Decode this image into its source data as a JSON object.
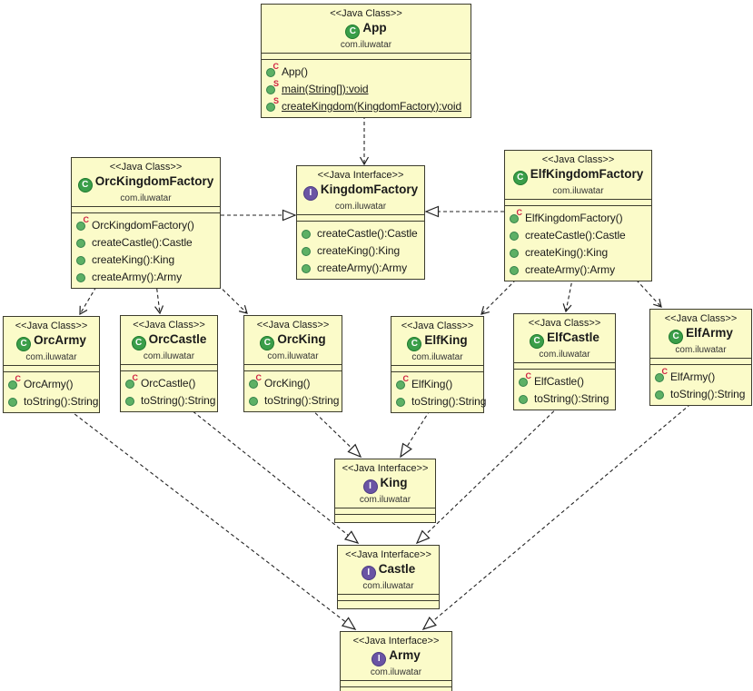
{
  "diagram": {
    "kind_labels": {
      "class_stereotype": "<<Java Class>>",
      "interface_stereotype": "<<Java Interface>>"
    },
    "colors": {
      "box_fill": "#fbfbc9",
      "border": "#3c3c2e",
      "class_icon_green": "#3a9e49",
      "interface_icon_purple": "#6a54a4",
      "static_marker_red": "#cf2243",
      "edge": "#222222"
    },
    "classes": [
      {
        "id": "App",
        "kind": "class",
        "stereotype": "<<Java Class>>",
        "name": "App",
        "package": "com.iluwatar",
        "members": [
          {
            "label": "App()",
            "marker": "constructor",
            "static": false
          },
          {
            "label": "main(String[]):void",
            "marker": "static",
            "static": true
          },
          {
            "label": "createKingdom(KingdomFactory):void",
            "marker": "static",
            "static": true
          }
        ]
      },
      {
        "id": "OrcKingdomFactory",
        "kind": "class",
        "stereotype": "<<Java Class>>",
        "name": "OrcKingdomFactory",
        "package": "com.iluwatar",
        "members": [
          {
            "label": "OrcKingdomFactory()",
            "marker": "constructor",
            "static": false
          },
          {
            "label": "createCastle():Castle",
            "marker": "public",
            "static": false
          },
          {
            "label": "createKing():King",
            "marker": "public",
            "static": false
          },
          {
            "label": "createArmy():Army",
            "marker": "public",
            "static": false
          }
        ]
      },
      {
        "id": "KingdomFactory",
        "kind": "interface",
        "stereotype": "<<Java Interface>>",
        "name": "KingdomFactory",
        "package": "com.iluwatar",
        "members": [
          {
            "label": "createCastle():Castle",
            "marker": "public",
            "static": false
          },
          {
            "label": "createKing():King",
            "marker": "public",
            "static": false
          },
          {
            "label": "createArmy():Army",
            "marker": "public",
            "static": false
          }
        ]
      },
      {
        "id": "ElfKingdomFactory",
        "kind": "class",
        "stereotype": "<<Java Class>>",
        "name": "ElfKingdomFactory",
        "package": "com.iluwatar",
        "members": [
          {
            "label": "ElfKingdomFactory()",
            "marker": "constructor",
            "static": false
          },
          {
            "label": "createCastle():Castle",
            "marker": "public",
            "static": false
          },
          {
            "label": "createKing():King",
            "marker": "public",
            "static": false
          },
          {
            "label": "createArmy():Army",
            "marker": "public",
            "static": false
          }
        ]
      },
      {
        "id": "OrcArmy",
        "kind": "class",
        "stereotype": "<<Java Class>>",
        "name": "OrcArmy",
        "package": "com.iluwatar",
        "members": [
          {
            "label": "OrcArmy()",
            "marker": "constructor",
            "static": false
          },
          {
            "label": "toString():String",
            "marker": "public",
            "static": false
          }
        ]
      },
      {
        "id": "OrcCastle",
        "kind": "class",
        "stereotype": "<<Java Class>>",
        "name": "OrcCastle",
        "package": "com.iluwatar",
        "members": [
          {
            "label": "OrcCastle()",
            "marker": "constructor",
            "static": false
          },
          {
            "label": "toString():String",
            "marker": "public",
            "static": false
          }
        ]
      },
      {
        "id": "OrcKing",
        "kind": "class",
        "stereotype": "<<Java Class>>",
        "name": "OrcKing",
        "package": "com.iluwatar",
        "members": [
          {
            "label": "OrcKing()",
            "marker": "constructor",
            "static": false
          },
          {
            "label": "toString():String",
            "marker": "public",
            "static": false
          }
        ]
      },
      {
        "id": "ElfKing",
        "kind": "class",
        "stereotype": "<<Java Class>>",
        "name": "ElfKing",
        "package": "com.iluwatar",
        "members": [
          {
            "label": "ElfKing()",
            "marker": "constructor",
            "static": false
          },
          {
            "label": "toString():String",
            "marker": "public",
            "static": false
          }
        ]
      },
      {
        "id": "ElfCastle",
        "kind": "class",
        "stereotype": "<<Java Class>>",
        "name": "ElfCastle",
        "package": "com.iluwatar",
        "members": [
          {
            "label": "ElfCastle()",
            "marker": "constructor",
            "static": false
          },
          {
            "label": "toString():String",
            "marker": "public",
            "static": false
          }
        ]
      },
      {
        "id": "ElfArmy",
        "kind": "class",
        "stereotype": "<<Java Class>>",
        "name": "ElfArmy",
        "package": "com.iluwatar",
        "members": [
          {
            "label": "ElfArmy()",
            "marker": "constructor",
            "static": false
          },
          {
            "label": "toString():String",
            "marker": "public",
            "static": false
          }
        ]
      },
      {
        "id": "King",
        "kind": "interface",
        "stereotype": "<<Java Interface>>",
        "name": "King",
        "package": "com.iluwatar",
        "members": []
      },
      {
        "id": "Castle",
        "kind": "interface",
        "stereotype": "<<Java Interface>>",
        "name": "Castle",
        "package": "com.iluwatar",
        "members": []
      },
      {
        "id": "Army",
        "kind": "interface",
        "stereotype": "<<Java Interface>>",
        "name": "Army",
        "package": "com.iluwatar",
        "members": []
      }
    ],
    "edges": [
      {
        "from": "App",
        "to": "KingdomFactory",
        "type": "dependency"
      },
      {
        "from": "OrcKingdomFactory",
        "to": "KingdomFactory",
        "type": "realization"
      },
      {
        "from": "ElfKingdomFactory",
        "to": "KingdomFactory",
        "type": "realization"
      },
      {
        "from": "OrcKingdomFactory",
        "to": "OrcArmy",
        "type": "dependency"
      },
      {
        "from": "OrcKingdomFactory",
        "to": "OrcCastle",
        "type": "dependency"
      },
      {
        "from": "OrcKingdomFactory",
        "to": "OrcKing",
        "type": "dependency"
      },
      {
        "from": "ElfKingdomFactory",
        "to": "ElfKing",
        "type": "dependency"
      },
      {
        "from": "ElfKingdomFactory",
        "to": "ElfCastle",
        "type": "dependency"
      },
      {
        "from": "ElfKingdomFactory",
        "to": "ElfArmy",
        "type": "dependency"
      },
      {
        "from": "OrcKing",
        "to": "King",
        "type": "realization"
      },
      {
        "from": "ElfKing",
        "to": "King",
        "type": "realization"
      },
      {
        "from": "OrcCastle",
        "to": "Castle",
        "type": "realization"
      },
      {
        "from": "ElfCastle",
        "to": "Castle",
        "type": "realization"
      },
      {
        "from": "OrcArmy",
        "to": "Army",
        "type": "realization"
      },
      {
        "from": "ElfArmy",
        "to": "Army",
        "type": "realization"
      }
    ]
  }
}
